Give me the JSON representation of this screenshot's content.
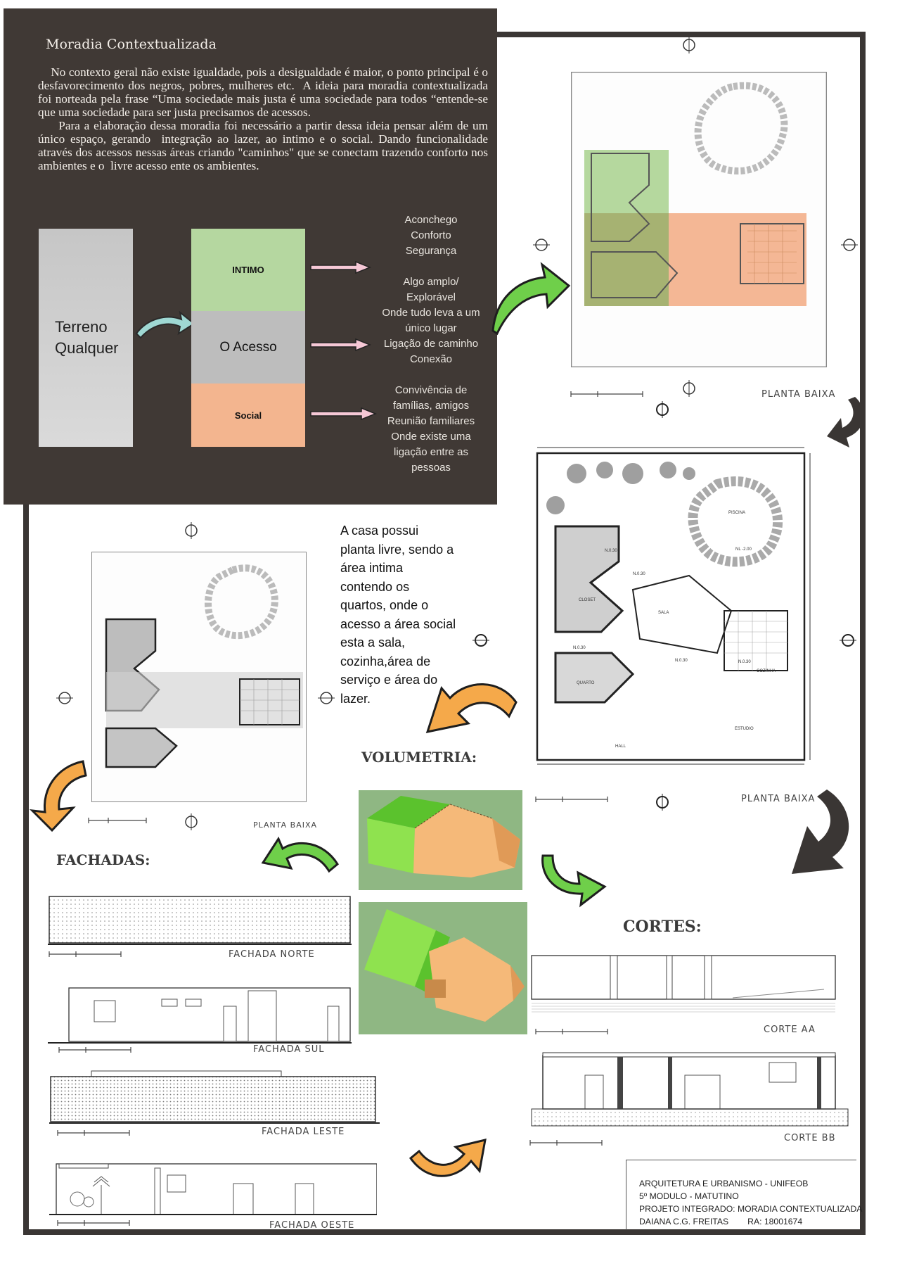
{
  "intro": {
    "title": "Moradia Contextualizada",
    "paragraph": "    No contexto geral não existe igualdade, pois a desigualdade é maior, o ponto principal é o desfavorecimento dos negros, pobres, mulheres etc.  A ideia para moradia contextualizada foi norteada pela frase “Uma sociedade mais justa é uma sociedade para todos “entende-se que uma sociedade para ser justa precisamos de acessos.\n     Para a elaboração dessa moradia foi necessário a partir dessa ideia pensar além de um único espaço, gerando  integração ao lazer, ao intimo e o social. Dando funcionalidade através dos acessos nessas áreas criando \"caminhos\" que se conectam trazendo conforto nos ambientes e o  livre acesso ente os ambientes."
  },
  "diagram": {
    "terreno": "Terreno\nQualquer",
    "intimo": "INTIMO",
    "acesso": "O  Acesso",
    "social": "Social",
    "intimo_notes": "Aconchego\nConforto\nSegurança",
    "acesso_notes": "Algo amplo/\nExplorável\nOnde tudo leva a um\núnico lugar\nLigação de caminho\nConexão",
    "social_notes": "Convivência de\nfamílias, amigos\nReunião familiares\nOnde existe uma\nligação entre as\npessoas"
  },
  "plans": {
    "planta_baixa_1": "PLANTA BAIXA",
    "planta_baixa_2": "PLANTA BAIXA",
    "planta_baixa_3": "PLANTA BAIXA",
    "room_labels": [
      "N.0.30",
      "N.0.30",
      "N.0.30",
      "N.0.30",
      "N.0.30",
      "PISCINA",
      "NL -2.00",
      "SALA",
      "COZINHA",
      "QUARTO",
      "HALL",
      "ESTUDIO",
      "CLOSET"
    ]
  },
  "description": "A  casa possui\nplanta livre, sendo a\nárea intima\ncontendo os\nquartos, onde o\nacesso a área social\nesta a sala,\ncozinha,área de\nserviço e área do\nlazer.",
  "volumetria": "VOLUMETRIA:",
  "fachadas": {
    "heading": "FACHADAS:",
    "norte": "FACHADA NORTE",
    "sul": "FACHADA SUL",
    "leste": "FACHADA LESTE",
    "oeste": "FACHADA OESTE"
  },
  "cortes": {
    "heading": "CORTES:",
    "aa": "CORTE AA",
    "bb": "CORTE BB"
  },
  "credits": {
    "line1": "ARQUITETURA E URBANISMO - UNIFEOB",
    "line2": "5º MODULO - MATUTINO",
    "line3": "PROJETO INTEGRADO: MORADIA CONTEXTUALIZADA",
    "line4": "DAIANA C.G. FREITAS        RA: 18001674"
  },
  "colors": {
    "intro_bg": "#403935",
    "intimo": "#b5d7a0",
    "acesso": "#bdbdbd",
    "social": "#f3b58f",
    "arrow_green": "#6fcf4a",
    "arrow_orange": "#f5a94a",
    "arrow_dark": "#3a3634"
  }
}
